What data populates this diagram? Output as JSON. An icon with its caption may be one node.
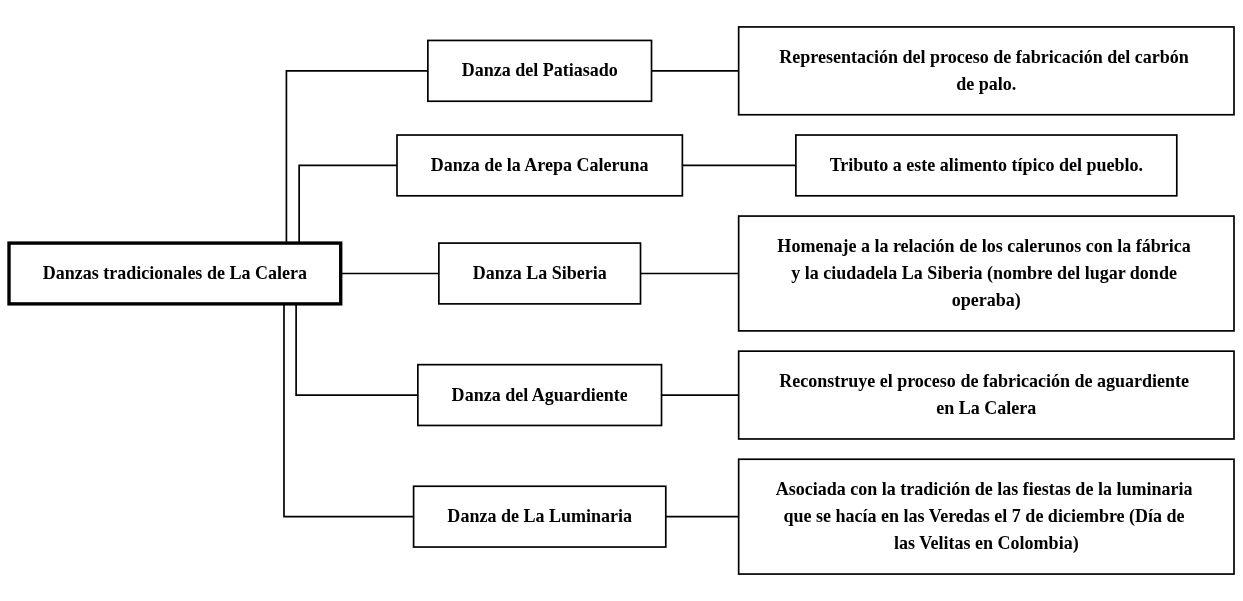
{
  "diagram": {
    "nodes": [
      {
        "text": [
          "Danzas tradicionales  de La Calera"
        ]
      },
      {
        "text": [
          "Danza del Patiasado"
        ]
      },
      {
        "text": [
          "Representación del proceso de fabricación del carbón de palo."
        ]
      },
      {
        "text": [
          "Danza de la Arepa Caleruna"
        ]
      },
      {
        "text": [
          "Tributo a este alimento típico del pueblo."
        ]
      },
      {
        "text": [
          "Danza La Siberia"
        ]
      },
      {
        "text": [
          "Homenaje a la relación de los calerunos con la fábrica y la ciudadela La Siberia (nombre del lugar donde operaba)"
        ]
      },
      {
        "text": [
          "Danza del Aguardiente"
        ]
      },
      {
        "text": [
          "Reconstruye el proceso de fabricación de aguardiente en La Calera"
        ]
      },
      {
        "text": [
          "Danza de La Luminaria"
        ]
      },
      {
        "text": [
          "Asociada con la tradición de las fiestas de la luminaria que se hacía en las Veredas el 7 de diciembre (Día de las Velitas en Colombia)"
        ]
      }
    ],
    "edges": [
      {
        "from": 0,
        "to": 1,
        "arrow": "none"
      },
      {
        "from": 0,
        "to": 3,
        "arrow": "none"
      },
      {
        "from": 0,
        "to": 5,
        "arrow": "none"
      },
      {
        "from": 0,
        "to": 7,
        "arrow": "none"
      },
      {
        "from": 0,
        "to": 9,
        "arrow": "none"
      },
      {
        "from": 1,
        "to": 2,
        "arrow": "none"
      },
      {
        "from": 3,
        "to": 4,
        "arrow": "none"
      },
      {
        "from": 5,
        "to": 6,
        "arrow": "none"
      },
      {
        "from": 7,
        "to": 8,
        "arrow": "none"
      },
      {
        "from": 9,
        "to": 10,
        "arrow": "none"
      }
    ]
  }
}
